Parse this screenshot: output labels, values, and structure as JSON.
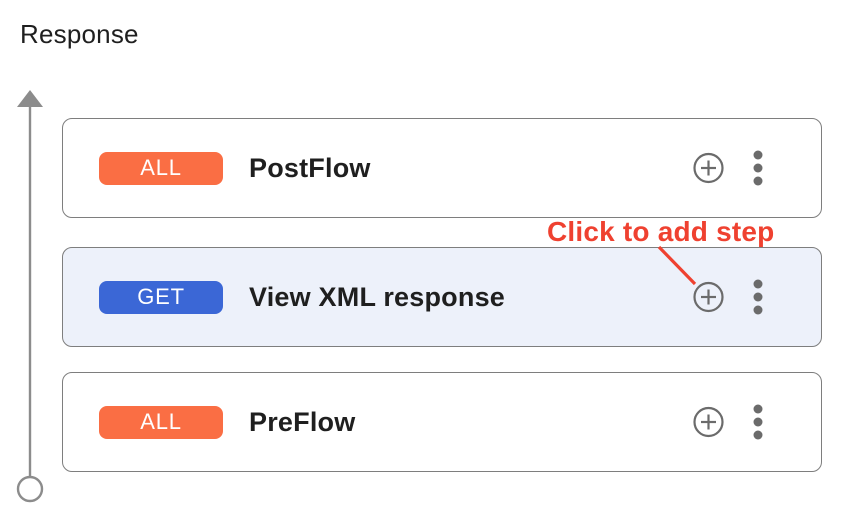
{
  "header": {
    "title": "Response"
  },
  "flow": {
    "cards": [
      {
        "method": "ALL",
        "name": "PostFlow",
        "selected": false
      },
      {
        "method": "GET",
        "name": "View XML response",
        "selected": true
      },
      {
        "method": "ALL",
        "name": "PreFlow",
        "selected": false
      }
    ]
  },
  "annotation": {
    "label": "Click to add step"
  },
  "icons": {
    "add_step": "plus-circle-icon",
    "more_options": "kebab-menu-icon",
    "flow_direction": "up-arrow-rail",
    "flow_start": "open-circle-terminal"
  },
  "colors": {
    "method_all_badge": "#fa6e44",
    "method_get_badge": "#3b67d6",
    "selected_card_background": "#edf1fa",
    "card_border": "#7e7e7e",
    "icon_gray": "#6b6b6b",
    "rail_gray": "#8c8c8c",
    "annotation_red": "#ef4130",
    "text_dark": "#1f1f1f"
  }
}
